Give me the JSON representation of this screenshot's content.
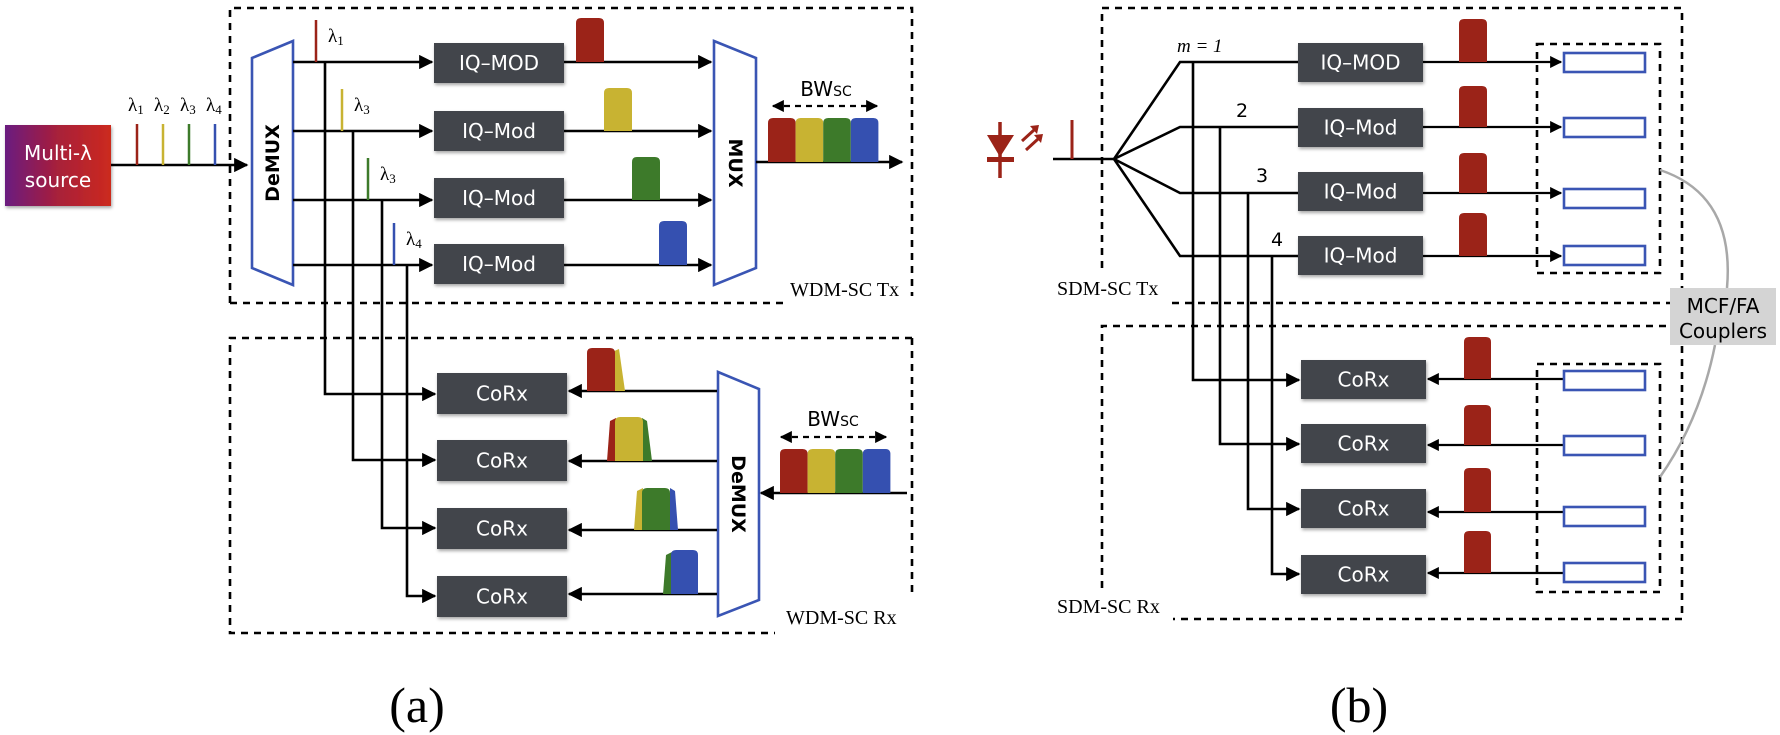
{
  "panel_a": {
    "caption": "(a)",
    "source": {
      "line1": "Multi-λ",
      "line2": "source"
    },
    "source_wavelengths": [
      {
        "label": "λ",
        "sub": "1",
        "color": "#9b2318"
      },
      {
        "label": "λ",
        "sub": "2",
        "color": "#c8b332"
      },
      {
        "label": "λ",
        "sub": "3",
        "color": "#3d7a2a"
      },
      {
        "label": "λ",
        "sub": "4",
        "color": "#3550b0"
      }
    ],
    "tx": {
      "demux_label": "DeMUX",
      "mux_label": "MUX",
      "branch_labels": [
        {
          "label": "λ",
          "sub": "1"
        },
        {
          "label": "λ",
          "sub": "3"
        },
        {
          "label": "λ",
          "sub": "3"
        },
        {
          "label": "λ",
          "sub": "4"
        }
      ],
      "modulators": [
        "IQ–MOD",
        "IQ–Mod",
        "IQ–Mod",
        "IQ–Mod"
      ],
      "bandwidth_label": {
        "main": "BW",
        "sub": "SC"
      },
      "section_label": "WDM-SC Tx"
    },
    "rx": {
      "demux_label": "DeMUX",
      "receivers": [
        "CoRx",
        "CoRx",
        "CoRx",
        "CoRx"
      ],
      "bandwidth_label": {
        "main": "BW",
        "sub": "SC"
      },
      "section_label": "WDM-SC Rx"
    }
  },
  "panel_b": {
    "caption": "(b)",
    "tx": {
      "mode_labels": [
        "m = 1",
        "2",
        "3",
        "4"
      ],
      "modulators": [
        "IQ–MOD",
        "IQ–Mod",
        "IQ–Mod",
        "IQ–Mod"
      ],
      "section_label": "SDM-SC Tx"
    },
    "rx": {
      "receivers": [
        "CoRx",
        "CoRx",
        "CoRx",
        "CoRx"
      ],
      "section_label": "SDM-SC Rx"
    },
    "coupler_label": {
      "line1": "MCF/FA",
      "line2": "Couplers"
    }
  },
  "colors": {
    "red": "#9b2318",
    "yellow": "#c8b332",
    "green": "#3d7a2a",
    "blue": "#3550b0",
    "block": "#42454b",
    "mux_outline": "#3a55b4",
    "coupler_box": "#d4d4d4"
  }
}
